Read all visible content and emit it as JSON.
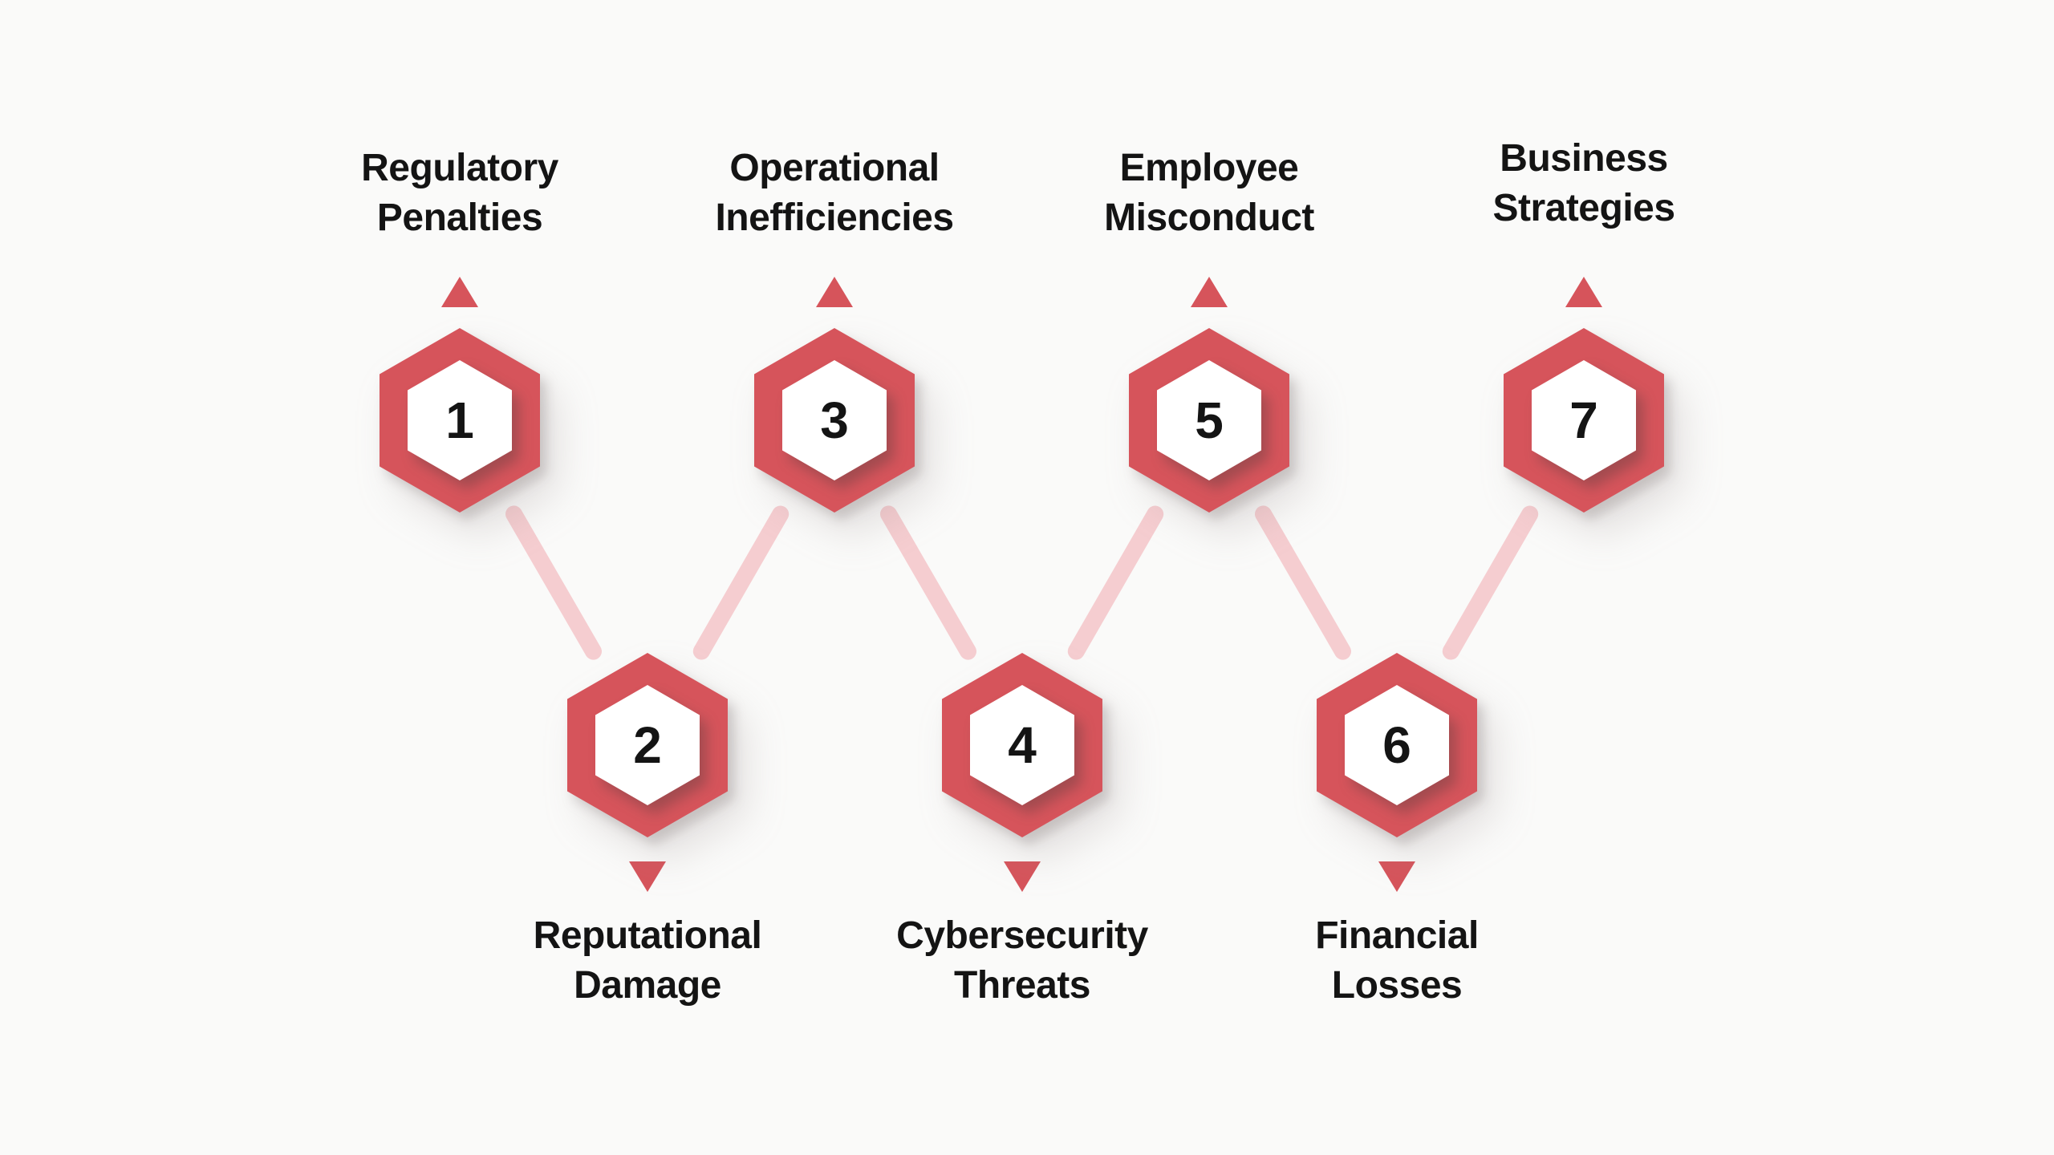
{
  "diagram": {
    "items": [
      {
        "number": "1",
        "position": "top",
        "label": "Regulatory Penalties",
        "lines": [
          "Regulatory",
          "Penalties"
        ]
      },
      {
        "number": "2",
        "position": "bottom",
        "label": "Reputational Damage",
        "lines": [
          "Reputational",
          "Damage"
        ]
      },
      {
        "number": "3",
        "position": "top",
        "label": "Operational Inefficiencies",
        "lines": [
          "Operational",
          "Inefficiencies"
        ]
      },
      {
        "number": "4",
        "position": "bottom",
        "label": "Cybersecurity Threats",
        "lines": [
          "Cybersecurity",
          "Threats"
        ]
      },
      {
        "number": "5",
        "position": "top",
        "label": "Employee Misconduct",
        "lines": [
          "Employee",
          "Misconduct"
        ]
      },
      {
        "number": "6",
        "position": "bottom",
        "label": "Financial Losses",
        "lines": [
          "Financial",
          "Losses"
        ]
      },
      {
        "number": "7",
        "position": "top",
        "label": "Business Strategies",
        "lines": [
          "Business",
          "Strategies"
        ]
      }
    ],
    "connections": [
      [
        1,
        2
      ],
      [
        3,
        2
      ],
      [
        3,
        4
      ],
      [
        5,
        4
      ],
      [
        5,
        6
      ],
      [
        7,
        6
      ]
    ],
    "colors": {
      "accent": "#D6545B",
      "connector": "#F5CDD0",
      "text": "#141414",
      "background": "#FAFAF9"
    }
  }
}
